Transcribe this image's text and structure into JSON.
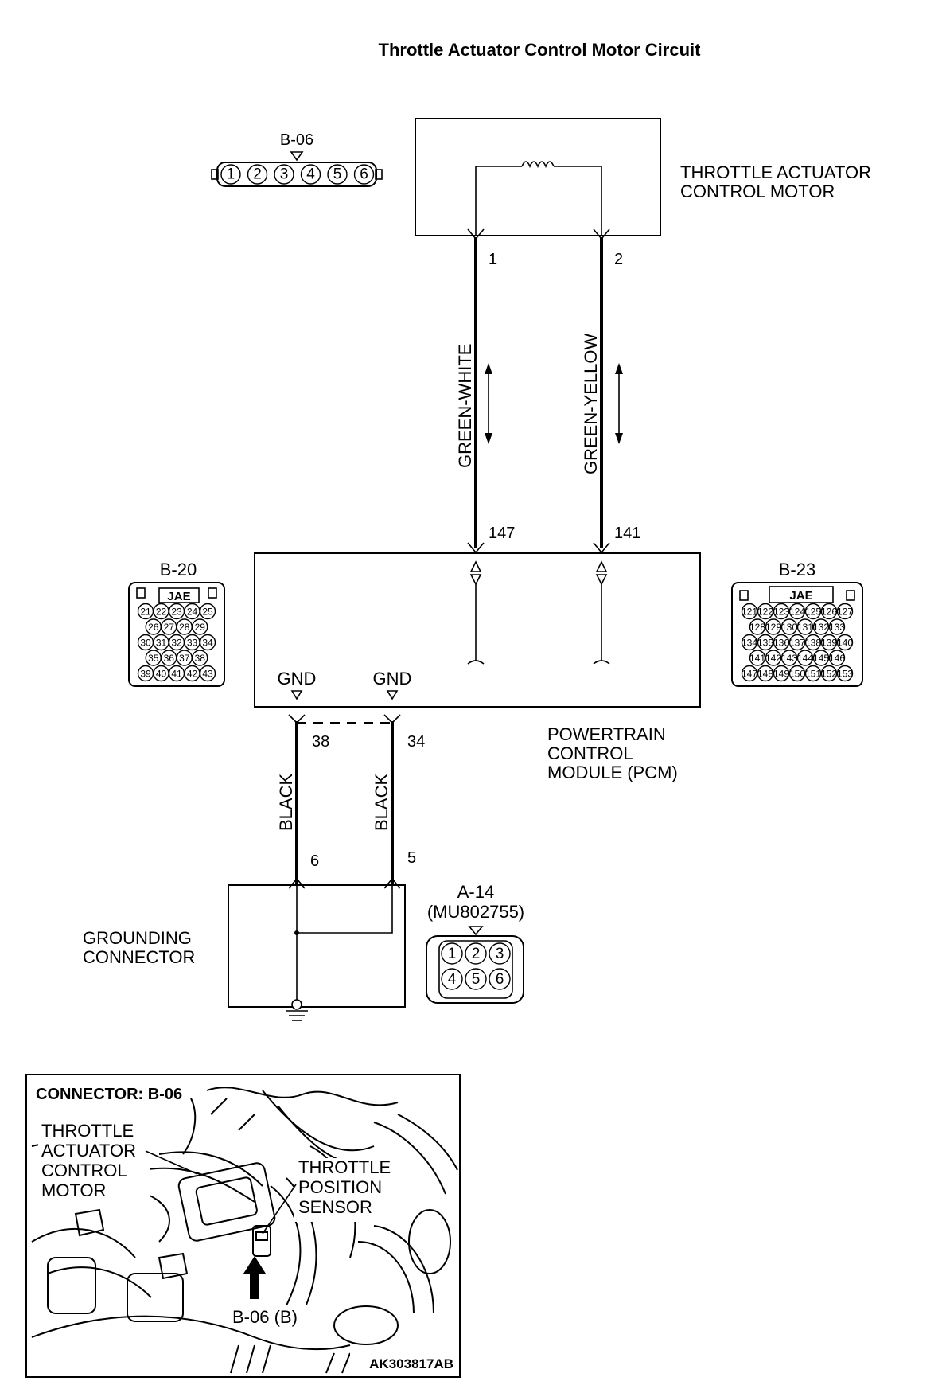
{
  "title": "Throttle Actuator Control Motor Circuit",
  "motor": {
    "label_line1": "THROTTLE ACTUATOR",
    "label_line2": "CONTROL MOTOR",
    "pin1": "1",
    "pin2": "2"
  },
  "wires": {
    "left_color": "GREEN-WHITE",
    "right_color": "GREEN-YELLOW",
    "ground_left": "BLACK",
    "ground_right": "BLACK"
  },
  "pcm": {
    "label_line1": "POWERTRAIN",
    "label_line2": "CONTROL",
    "label_line3": "MODULE (PCM)",
    "pin_147": "147",
    "pin_141": "141",
    "gnd_left": "GND",
    "gnd_right": "GND",
    "pin_38": "38",
    "pin_34": "34"
  },
  "grounding": {
    "label_line1": "GROUNDING",
    "label_line2": "CONNECTOR",
    "pin_6": "6",
    "pin_5": "5"
  },
  "connectors": {
    "b06": {
      "name": "B-06",
      "pins": [
        "1",
        "2",
        "3",
        "4",
        "5",
        "6"
      ]
    },
    "b20": {
      "name": "B-20",
      "maker": "JAE",
      "rows": [
        [
          "21",
          "22",
          "23",
          "24",
          "25"
        ],
        [
          "26",
          "27",
          "28",
          "29"
        ],
        [
          "30",
          "31",
          "32",
          "33",
          "34"
        ],
        [
          "35",
          "36",
          "37",
          "38"
        ],
        [
          "39",
          "40",
          "41",
          "42",
          "43"
        ]
      ]
    },
    "b23": {
      "name": "B-23",
      "maker": "JAE",
      "rows": [
        [
          "121",
          "122",
          "123",
          "124",
          "125",
          "126",
          "127"
        ],
        [
          "128",
          "129",
          "130",
          "131",
          "132",
          "133"
        ],
        [
          "134",
          "135",
          "136",
          "137",
          "138",
          "139",
          "140"
        ],
        [
          "141",
          "142",
          "143",
          "144",
          "145",
          "146"
        ],
        [
          "147",
          "148",
          "149",
          "150",
          "151",
          "152",
          "153"
        ]
      ]
    },
    "a14": {
      "name": "A-14",
      "part": "(MU802755)",
      "rows": [
        [
          "1",
          "2",
          "3"
        ],
        [
          "4",
          "5",
          "6"
        ]
      ]
    }
  },
  "inset": {
    "caption": "CONNECTOR: B-06",
    "label_motor": [
      "THROTTLE",
      "ACTUATOR",
      "CONTROL",
      "MOTOR"
    ],
    "label_sensor": [
      "THROTTLE",
      "POSITION",
      "SENSOR"
    ],
    "pointer": "B-06 (B)",
    "code": "AK303817AB"
  }
}
